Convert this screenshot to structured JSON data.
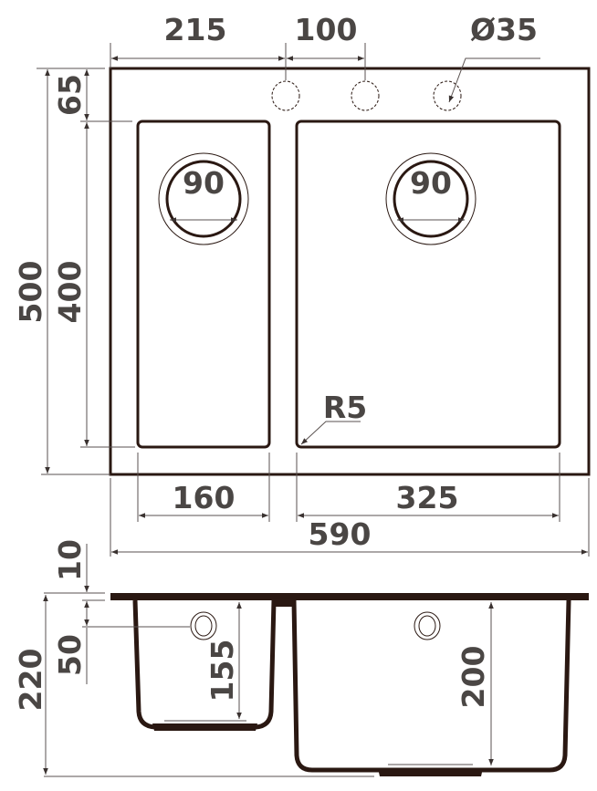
{
  "top_view": {
    "dim_tap_offset": "215",
    "dim_tap_spacing": "100",
    "dim_tap_diameter": "Ø35",
    "dim_rim_depth": "65",
    "dim_bowl_length": "400",
    "dim_total_length": "500",
    "dim_drain_left": "90",
    "dim_drain_right": "90",
    "dim_corner_radius": "R5",
    "dim_left_bowl_width": "160",
    "dim_right_bowl_width": "325",
    "dim_total_width": "590"
  },
  "side_view": {
    "dim_rim_thickness": "10",
    "dim_overflow_offset": "50",
    "dim_total_depth": "220",
    "dim_left_bowl_depth": "155",
    "dim_right_bowl_depth": "200"
  },
  "colors": {
    "outline": "#2a1812",
    "text": "#4a4644"
  }
}
